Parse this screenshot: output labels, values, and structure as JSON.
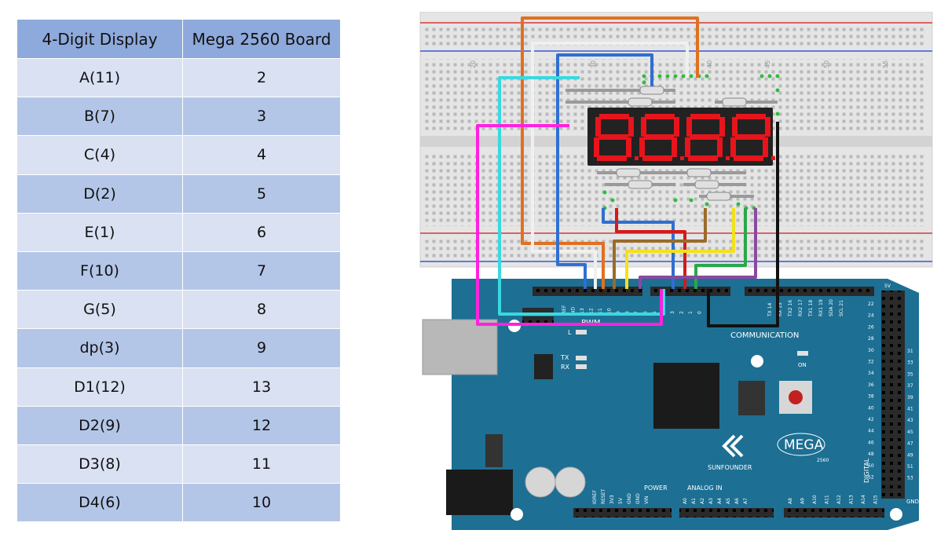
{
  "table": {
    "headers": [
      "4-Digit Display",
      "Mega 2560 Board"
    ],
    "rows": [
      [
        "A(11)",
        "2"
      ],
      [
        "B(7)",
        "3"
      ],
      [
        "C(4)",
        "4"
      ],
      [
        "D(2)",
        "5"
      ],
      [
        "E(1)",
        "6"
      ],
      [
        "F(10)",
        "7"
      ],
      [
        "G(5)",
        "8"
      ],
      [
        "dp(3)",
        "9"
      ],
      [
        "D1(12)",
        "13"
      ],
      [
        "D2(9)",
        "12"
      ],
      [
        "D3(8)",
        "11"
      ],
      [
        "D4(6)",
        "10"
      ]
    ]
  },
  "board": {
    "pwm_label": "PWM",
    "communication_label": "COMMUNICATION",
    "l_label": "L",
    "tx_label": "TX",
    "rx_label": "RX",
    "on_label": "ON",
    "brand": "SUNFOUNDER",
    "model": "MEGA",
    "model_number": "2560",
    "power_label": "POWER",
    "analog_label": "ANALOG IN",
    "digital_label": "DIGITAL",
    "gnd_label": "GND",
    "five_v_label": "5V",
    "power_pins": [
      "IOREF",
      "RESET",
      "3V3",
      "5V",
      "GND",
      "GND",
      "VIN"
    ],
    "analog_pins_a": [
      "A0",
      "A1",
      "A2",
      "A3",
      "A4",
      "A5",
      "A6",
      "A7"
    ],
    "analog_pins_b": [
      "A8",
      "A9",
      "A10",
      "A11",
      "A12",
      "A13",
      "A14",
      "A15"
    ],
    "pwm_pins": [
      "REF",
      "ND",
      "13",
      "12",
      "11",
      "10",
      "9",
      "8",
      "7",
      "6",
      "5",
      "4",
      "3",
      "2",
      "1",
      "0"
    ],
    "comm_pins": [
      "TX 14",
      "RX 15",
      "TX2 16",
      "RX2 17",
      "TX1 18",
      "RX1 19",
      "SDA 20",
      "SCL 21"
    ],
    "digital_left": [
      "22",
      "24",
      "26",
      "28",
      "30",
      "32",
      "34",
      "36",
      "38",
      "40",
      "42",
      "44",
      "46",
      "48",
      "50",
      "52"
    ],
    "digital_right": [
      "31",
      "33",
      "35",
      "37",
      "39",
      "41",
      "43",
      "45",
      "47",
      "49",
      "51",
      "53"
    ]
  },
  "breadboard": {
    "column_numbers": [
      "20",
      "30",
      "40",
      "45",
      "50",
      "55"
    ]
  },
  "colors": {
    "header_blue": "#8ea9db",
    "row_light": "#d9e1f2",
    "row_dark": "#b4c6e7",
    "board_teal": "#1d6f93",
    "segment_red": "#e8141c",
    "wire_orange": "#e07020",
    "wire_cyan": "#3ad8e0",
    "wire_magenta": "#ff22dd",
    "wire_blue": "#2f6fd0",
    "wire_red": "#d21b1b",
    "wire_yellow": "#f2e21a",
    "wire_green": "#2aa84a",
    "wire_purple": "#8a4aa0",
    "wire_brown": "#9a6b2a",
    "wire_black": "#111111"
  }
}
